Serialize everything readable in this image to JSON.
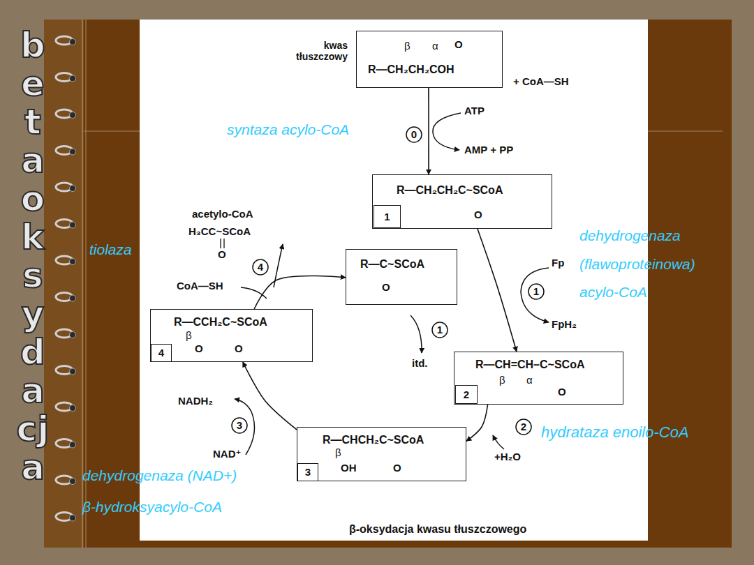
{
  "diagram": {
    "caption": "β-oksydacja kwasu tłuszczowego",
    "nodes": [
      {
        "text": [
          "kwas tłuszczowy",
          "β",
          "α",
          "O",
          "R—CH₂CH₂COH"
        ]
      },
      {
        "text": [
          "0"
        ]
      },
      {
        "text": [
          "R—CH₂CH₂C~SCoA",
          "O"
        ]
      },
      {
        "text": [
          "1"
        ],
        "in": 2
      },
      {
        "text": [
          "4"
        ]
      },
      {
        "text": [
          "R—C~SCoA",
          "O"
        ]
      },
      {
        "text": [
          "1"
        ]
      },
      {
        "text": [
          "R—CCH₂C~SCoA",
          "β",
          "O",
          "O"
        ]
      },
      {
        "text": [
          "4"
        ],
        "in": 7
      },
      {
        "text": [
          "1"
        ]
      },
      {
        "text": [
          "R—CH=CH–C~SCoA",
          "β",
          "α",
          "O"
        ]
      },
      {
        "text": [
          "2"
        ],
        "in": 10
      },
      {
        "text": [
          "2"
        ]
      },
      {
        "text": [
          "3"
        ]
      },
      {
        "text": [
          "R—CHCH₂C~SCoA",
          "β",
          "OH",
          "O"
        ]
      },
      {
        "text": [
          "3"
        ],
        "in": 14
      }
    ],
    "edges": [
      {
        "from": 0,
        "to": 2,
        "arrow": "to"
      },
      {
        "from": 2,
        "to": 10,
        "arrow": "to"
      },
      {
        "from": 10,
        "to": 14,
        "arrow": "to"
      },
      {
        "from": 14,
        "to": 7,
        "arrow": "to"
      },
      {
        "from": 7,
        "to": 5,
        "arrow": "to"
      }
    ],
    "labels": [
      "betaoksydacja",
      "+ CoA—SH",
      "ATP",
      "AMP + PP",
      "syntaza acylo-CoA",
      "acetylo-CoA",
      "H₃CC~SCoA",
      "O",
      "tiolaza",
      "CoA—SH",
      "dehydrogenaza",
      "(flawoproteinowa)",
      "acylo-CoA",
      "Fp",
      "FpH₂",
      "itd.",
      "NADH₂",
      "NAD⁺",
      "hydrataza enoilo-CoA",
      "+H₂O",
      "dehydrogenaza (NAD+)",
      "β-hydroksyacylo-CoA"
    ]
  }
}
